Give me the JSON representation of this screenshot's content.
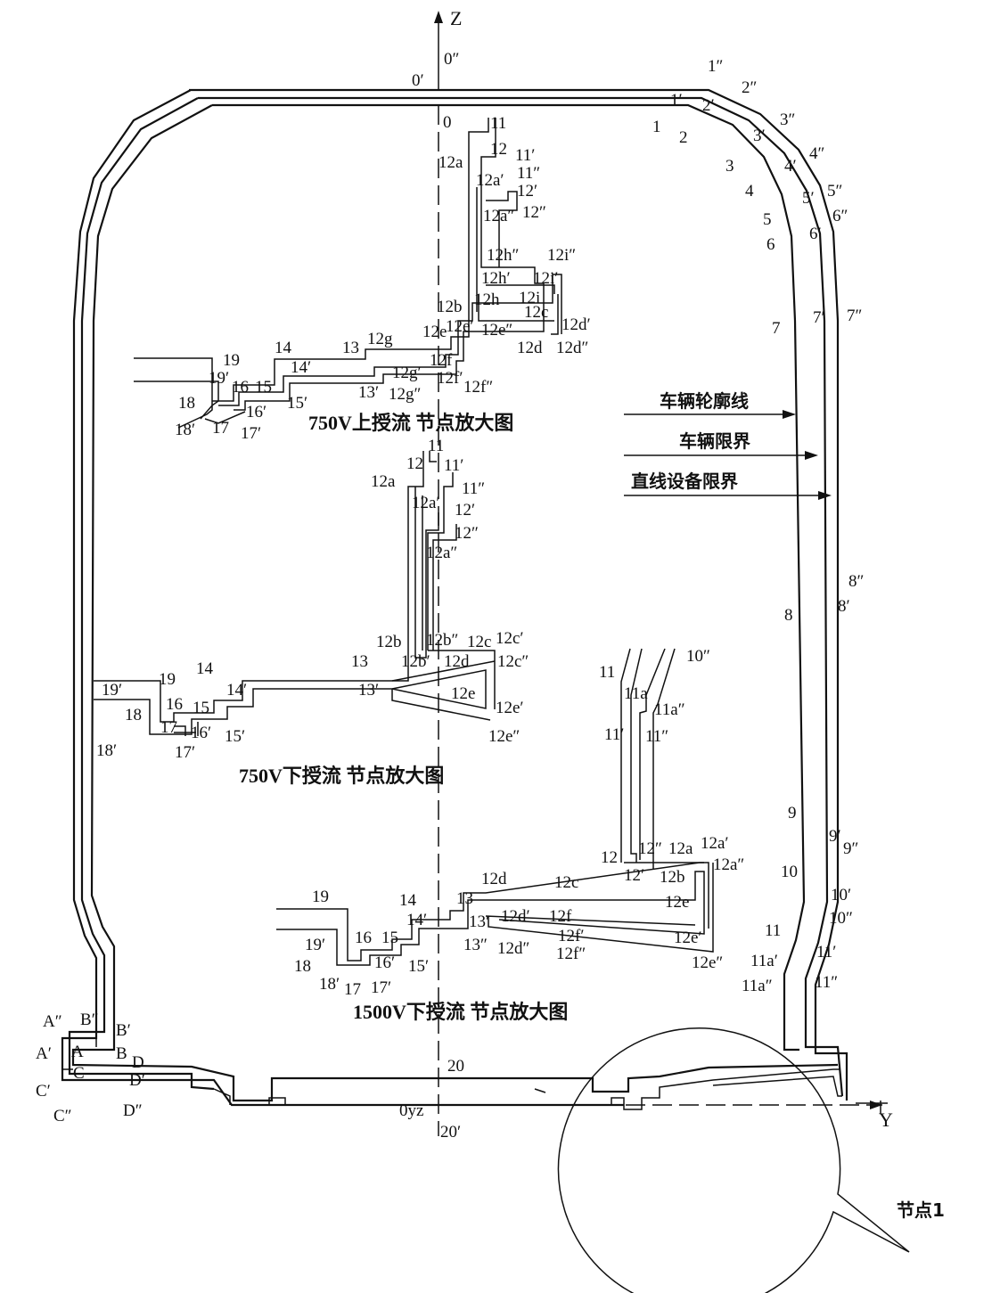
{
  "axes": {
    "z": "Z",
    "y": "Y",
    "origin": "0yz"
  },
  "legend": {
    "outline": "车辆轮廓线",
    "vehicle_gauge": "车辆限界",
    "equipment_gauge": "直线设备限界"
  },
  "detail_titles": {
    "upper750": "750V上授流 节点放大图",
    "lower750": "750V下授流 节点放大图",
    "lower1500": "1500V下授流 节点放大图"
  },
  "node_label": "节点1",
  "point_labels": [
    {
      "id": "0pp",
      "t": "0″"
    },
    {
      "id": "0p",
      "t": "0′"
    },
    {
      "id": "0",
      "t": "0"
    },
    {
      "id": "1pp",
      "t": "1″"
    },
    {
      "id": "2pp",
      "t": "2″"
    },
    {
      "id": "1p",
      "t": "1′"
    },
    {
      "id": "2p",
      "t": "2′"
    },
    {
      "id": "3pp",
      "t": "3″"
    },
    {
      "id": "3p",
      "t": "3′"
    },
    {
      "id": "4pp",
      "t": "4″"
    },
    {
      "id": "4p",
      "t": "4′"
    },
    {
      "id": "5pp",
      "t": "5″"
    },
    {
      "id": "5p",
      "t": "5′"
    },
    {
      "id": "6pp",
      "t": "6″"
    },
    {
      "id": "6p",
      "t": "6′"
    },
    {
      "id": "1",
      "t": "1"
    },
    {
      "id": "2",
      "t": "2"
    },
    {
      "id": "3",
      "t": "3"
    },
    {
      "id": "4",
      "t": "4"
    },
    {
      "id": "5",
      "t": "5"
    },
    {
      "id": "6",
      "t": "6"
    },
    {
      "id": "7",
      "t": "7"
    },
    {
      "id": "7p",
      "t": "7′"
    },
    {
      "id": "7pp",
      "t": "7″"
    },
    {
      "id": "8",
      "t": "8"
    },
    {
      "id": "8p",
      "t": "8′"
    },
    {
      "id": "8pp",
      "t": "8″"
    },
    {
      "id": "9",
      "t": "9"
    },
    {
      "id": "9p",
      "t": "9′"
    },
    {
      "id": "9pp",
      "t": "9″"
    },
    {
      "id": "10",
      "t": "10"
    },
    {
      "id": "10p",
      "t": "10′"
    },
    {
      "id": "10pp",
      "t": "10″"
    },
    {
      "id": "11r",
      "t": "11"
    },
    {
      "id": "11pr",
      "t": "11′"
    },
    {
      "id": "11ppr",
      "t": "11″"
    },
    {
      "id": "11ar",
      "t": "11a′"
    },
    {
      "id": "11appr",
      "t": "11a″"
    },
    {
      "id": "Ap",
      "t": "A′"
    },
    {
      "id": "App",
      "t": "A″"
    },
    {
      "id": "A",
      "t": "A"
    },
    {
      "id": "B",
      "t": "B"
    },
    {
      "id": "Bp",
      "t": "B′"
    },
    {
      "id": "Bpp",
      "t": "B″"
    },
    {
      "id": "C",
      "t": "C"
    },
    {
      "id": "Cp",
      "t": "C′"
    },
    {
      "id": "Cpp",
      "t": "C″"
    },
    {
      "id": "D",
      "t": "D"
    },
    {
      "id": "Dp",
      "t": "D′"
    },
    {
      "id": "Dpp",
      "t": "D″"
    },
    {
      "id": "20",
      "t": "20"
    },
    {
      "id": "20p",
      "t": "20′"
    },
    {
      "id": "u11",
      "t": "11"
    },
    {
      "id": "u12",
      "t": "12"
    },
    {
      "id": "u12a",
      "t": "12a"
    },
    {
      "id": "u11p",
      "t": "11′"
    },
    {
      "id": "u12ap",
      "t": "12a′"
    },
    {
      "id": "u11pp",
      "t": "11″"
    },
    {
      "id": "u12p",
      "t": "12′"
    },
    {
      "id": "u12app",
      "t": "12a″"
    },
    {
      "id": "u12pp",
      "t": "12″"
    },
    {
      "id": "u12hpp",
      "t": "12h″"
    },
    {
      "id": "u12ipp",
      "t": "12i″"
    },
    {
      "id": "u12hp",
      "t": "12h′"
    },
    {
      "id": "u12ip",
      "t": "12i′"
    },
    {
      "id": "u12b",
      "t": "12b"
    },
    {
      "id": "u12h",
      "t": "12h"
    },
    {
      "id": "u12i",
      "t": "12i"
    },
    {
      "id": "u12c",
      "t": "12c"
    },
    {
      "id": "u12e",
      "t": "12e"
    },
    {
      "id": "u12ep",
      "t": "12e′"
    },
    {
      "id": "u12epp",
      "t": "12e″"
    },
    {
      "id": "u12dp",
      "t": "12d′"
    },
    {
      "id": "u12d",
      "t": "12d"
    },
    {
      "id": "u12dpp",
      "t": "12d″"
    },
    {
      "id": "u14",
      "t": "14"
    },
    {
      "id": "u13",
      "t": "13"
    },
    {
      "id": "u12g",
      "t": "12g"
    },
    {
      "id": "u19",
      "t": "19"
    },
    {
      "id": "u19p",
      "t": "19′"
    },
    {
      "id": "u14p",
      "t": "14′"
    },
    {
      "id": "u12gp",
      "t": "12g′"
    },
    {
      "id": "u12f",
      "t": "12f"
    },
    {
      "id": "u12fp",
      "t": "12f′"
    },
    {
      "id": "u18",
      "t": "18"
    },
    {
      "id": "u16",
      "t": "16"
    },
    {
      "id": "u15",
      "t": "15"
    },
    {
      "id": "u15p",
      "t": "15′"
    },
    {
      "id": "u13p",
      "t": "13′"
    },
    {
      "id": "u12gpp",
      "t": "12g″"
    },
    {
      "id": "u12fpp",
      "t": "12f″"
    },
    {
      "id": "u18p",
      "t": "18′"
    },
    {
      "id": "u17",
      "t": "17"
    },
    {
      "id": "u16p",
      "t": "16′"
    },
    {
      "id": "u17p",
      "t": "17′"
    },
    {
      "id": "m11",
      "t": "11"
    },
    {
      "id": "m12",
      "t": "12"
    },
    {
      "id": "m11p",
      "t": "11′"
    },
    {
      "id": "m12a",
      "t": "12a"
    },
    {
      "id": "m11pp",
      "t": "11″"
    },
    {
      "id": "m12ap",
      "t": "12a′"
    },
    {
      "id": "m12p",
      "t": "12′"
    },
    {
      "id": "m12pp",
      "t": "12″"
    },
    {
      "id": "m12app",
      "t": "12a″"
    },
    {
      "id": "m12b",
      "t": "12b"
    },
    {
      "id": "m12bpp",
      "t": "12b″"
    },
    {
      "id": "m12c",
      "t": "12c"
    },
    {
      "id": "m12cp",
      "t": "12c′"
    },
    {
      "id": "m13",
      "t": "13"
    },
    {
      "id": "m12bp",
      "t": "12b′"
    },
    {
      "id": "m12d",
      "t": "12d"
    },
    {
      "id": "m12cpp",
      "t": "12c″"
    },
    {
      "id": "m19",
      "t": "19"
    },
    {
      "id": "m14",
      "t": "14"
    },
    {
      "id": "m19p",
      "t": "19′"
    },
    {
      "id": "m14p",
      "t": "14′"
    },
    {
      "id": "m13p",
      "t": "13′"
    },
    {
      "id": "m12e",
      "t": "12e"
    },
    {
      "id": "m18",
      "t": "18"
    },
    {
      "id": "m16",
      "t": "16"
    },
    {
      "id": "m15",
      "t": "15"
    },
    {
      "id": "m12ep",
      "t": "12e′"
    },
    {
      "id": "m17",
      "t": "17"
    },
    {
      "id": "m16p",
      "t": "16′"
    },
    {
      "id": "m15p",
      "t": "15′"
    },
    {
      "id": "m12epp",
      "t": "12e″"
    },
    {
      "id": "m18p",
      "t": "18′"
    },
    {
      "id": "m17p",
      "t": "17′"
    },
    {
      "id": "l11",
      "t": "11"
    },
    {
      "id": "l10pp",
      "t": "10″"
    },
    {
      "id": "l11a",
      "t": "11a"
    },
    {
      "id": "l11app",
      "t": "11a″"
    },
    {
      "id": "l11p",
      "t": "11′"
    },
    {
      "id": "l11pp",
      "t": "11″"
    },
    {
      "id": "l12",
      "t": "12"
    },
    {
      "id": "l12pp",
      "t": "12″"
    },
    {
      "id": "l12a",
      "t": "12a"
    },
    {
      "id": "l12ap",
      "t": "12a′"
    },
    {
      "id": "l12p",
      "t": "12′"
    },
    {
      "id": "l12b",
      "t": "12b"
    },
    {
      "id": "l12app",
      "t": "12a″"
    },
    {
      "id": "l12d",
      "t": "12d"
    },
    {
      "id": "l12c",
      "t": "12c"
    },
    {
      "id": "l19",
      "t": "19"
    },
    {
      "id": "l14",
      "t": "14"
    },
    {
      "id": "l13",
      "t": "13"
    },
    {
      "id": "l12e",
      "t": "12e"
    },
    {
      "id": "l12dp",
      "t": "12d′"
    },
    {
      "id": "l12f",
      "t": "12f"
    },
    {
      "id": "l14p",
      "t": "14′"
    },
    {
      "id": "l13p",
      "t": "13′"
    },
    {
      "id": "l19p",
      "t": "19′"
    },
    {
      "id": "l16",
      "t": "16"
    },
    {
      "id": "l15",
      "t": "15"
    },
    {
      "id": "l12fp",
      "t": "12f′"
    },
    {
      "id": "l12ep",
      "t": "12e′"
    },
    {
      "id": "l13pp",
      "t": "13″"
    },
    {
      "id": "l12dpp",
      "t": "12d″"
    },
    {
      "id": "l18",
      "t": "18"
    },
    {
      "id": "l16p",
      "t": "16′"
    },
    {
      "id": "l15p",
      "t": "15′"
    },
    {
      "id": "l12fpp",
      "t": "12f″"
    },
    {
      "id": "l12epp",
      "t": "12e″"
    },
    {
      "id": "l18p",
      "t": "18′"
    },
    {
      "id": "l17",
      "t": "17"
    },
    {
      "id": "l17p",
      "t": "17′"
    }
  ]
}
